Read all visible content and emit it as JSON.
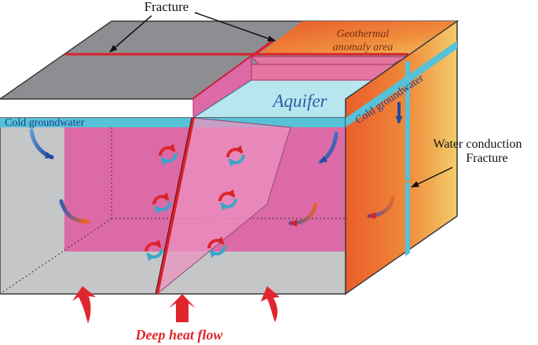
{
  "labels": {
    "fracture_top": "Fracture",
    "geothermal_line1": "Geothermal",
    "geothermal_line2": "anomaly area",
    "aquifer": "Aquifer",
    "cold_groundwater_left": "Cold groundwater",
    "cold_groundwater_right": "Cold groundwater",
    "water_conduction_line1": "Water conduction",
    "water_conduction_line2": "Fracture",
    "deep_heat_flow": "Deep heat flow"
  },
  "colors": {
    "top_gray": "#8d8e91",
    "front_gray": "#c4c6c8",
    "fracture_red": "#d8222b",
    "pink_zone": "#dc6aa6",
    "aquifer_fill": "#b7e6ef",
    "groundwater_blue": "#57c1d6",
    "hot_orange": "#e8622c",
    "hot_yellow": "#f2c867",
    "label_brown": "#7a2c14",
    "heat_arrow_red": "#e0262d"
  },
  "icons": {
    "cold_flow": "curved-arrow-blue",
    "convection": "circular-arrow-red-blue",
    "heat_flow": "upward-arrow-red"
  }
}
